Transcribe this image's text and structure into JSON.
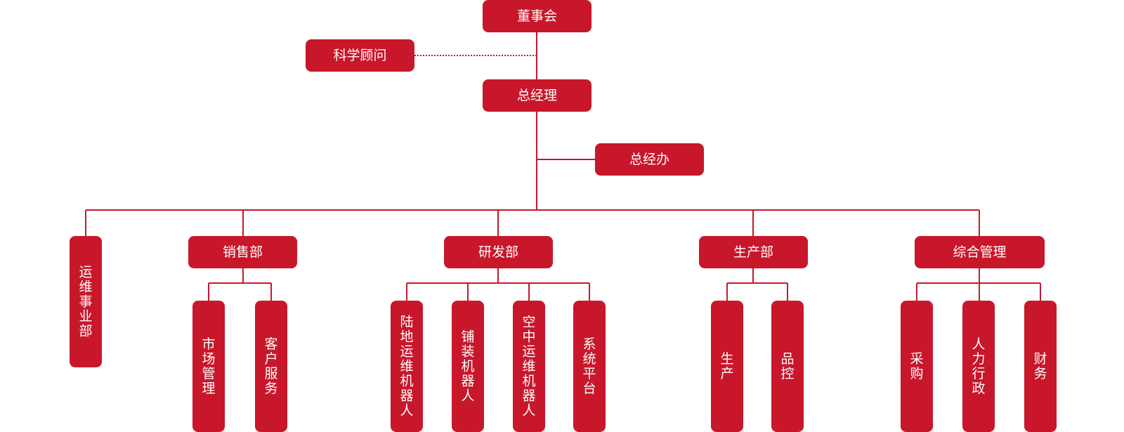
{
  "colors": {
    "node_fill": "#C8172B",
    "connector": "#C8172B",
    "text": "#ffffff",
    "background": "#ffffff"
  },
  "nodes": {
    "board": "董事会",
    "advisor": "科学顾问",
    "gm": "总经理",
    "gm_office": "总经办",
    "ops_division": "运维事业部",
    "sales": "销售部",
    "market_mgmt": "市场管理",
    "customer_service": "客户服务",
    "rnd": "研发部",
    "land_robot": "陆地运维机器人",
    "paving_robot": "铺装机器人",
    "air_robot": "空中运维机器人",
    "system_platform": "系统平台",
    "production": "生产部",
    "produce": "生产",
    "quality_control": "品控",
    "general_mgmt": "综合管理",
    "procurement": "采购",
    "hr_admin": "人力行政",
    "finance": "财务"
  }
}
